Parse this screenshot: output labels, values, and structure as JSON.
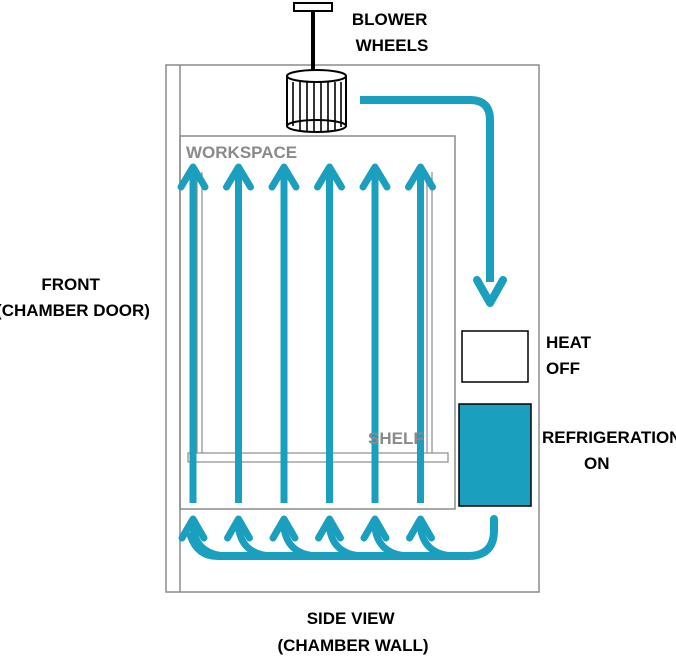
{
  "labels": {
    "blower_line1": "BLOWER",
    "blower_line2": "WHEELS",
    "front_line1": "FRONT",
    "front_line2": "(CHAMBER DOOR)",
    "workspace": "WORKSPACE",
    "shelf": "SHELF",
    "heat_line1": "HEAT",
    "heat_line2": "OFF",
    "refrig_line1": "REFRIGERATION",
    "refrig_line2": "ON",
    "side_line1": "SIDE VIEW",
    "side_line2": "(CHAMBER WALL)"
  },
  "colors": {
    "airflow": "#1a9fbf",
    "refrigeration_fill": "#1a9fbf",
    "heat_fill": "#ffffff",
    "outline": "#8c8c8c",
    "label_gray": "#8a8a8a"
  },
  "states": {
    "heat": "off",
    "refrigeration": "on"
  },
  "airflow": {
    "upward_arrows": 6,
    "bottom_hooks": 6
  }
}
